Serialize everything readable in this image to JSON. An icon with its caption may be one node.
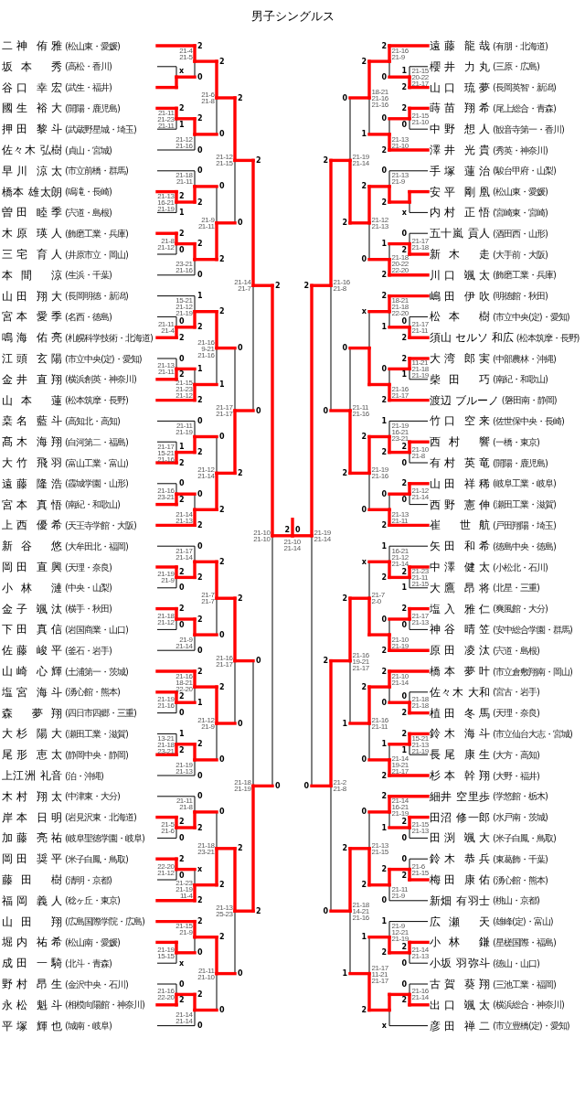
{
  "diagram": {
    "title": "男子シングルス",
    "nodes": [
      {
        "text": [
          "二神 侑雅",
          "(松山東・愛媛)"
        ]
      },
      {
        "text": [
          "坂本 秀",
          "(高松・香川)"
        ]
      },
      {
        "text": [
          "谷口 幸宏",
          "(武生・福井)"
        ]
      },
      {
        "text": [
          "國生 裕大",
          "(開陽・鹿児島)"
        ]
      },
      {
        "text": [
          "押田 黎斗",
          "(武蔵野星城・埼玉)"
        ]
      },
      {
        "text": [
          "佐々木 弘樹",
          "(貞山・宮城)"
        ]
      },
      {
        "text": [
          "早川 涼太",
          "(市立前橋・群馬)"
        ]
      },
      {
        "text": [
          "橋本 雄太朗",
          "(鳴滝・長崎)"
        ]
      },
      {
        "text": [
          "曽田 睦季",
          "(宍道・島根)"
        ]
      },
      {
        "text": [
          "木原 瑛人",
          "(飾磨工業・兵庫)"
        ]
      },
      {
        "text": [
          "三宅 育人",
          "(井原市立・岡山)"
        ]
      },
      {
        "text": [
          "本間 涼",
          "(生浜・千葉)"
        ]
      },
      {
        "text": [
          "山田 翔大",
          "(長岡明徳・新潟)"
        ]
      },
      {
        "text": [
          "宮本 愛季",
          "(名西・徳島)"
        ]
      },
      {
        "text": [
          "鳴海 佑亮",
          "(札幌科学技術・北海道)"
        ]
      },
      {
        "text": [
          "江頭 玄陽",
          "(市立中央(定)・愛知)"
        ]
      },
      {
        "text": [
          "金井 直翔",
          "(横浜創英・神奈川)"
        ]
      },
      {
        "text": [
          "山本 蓮",
          "(松本筑摩・長野)"
        ]
      },
      {
        "text": [
          "桒名 藍斗",
          "(高知北・高知)"
        ]
      },
      {
        "text": [
          "髙木 海翔",
          "(白河第二・福島)"
        ]
      },
      {
        "text": [
          "大竹 飛羽",
          "(富山工業・富山)"
        ]
      },
      {
        "text": [
          "遠藤 隆浩",
          "(霞城学園・山形)"
        ]
      },
      {
        "text": [
          "宮本 真悟",
          "(南紀・和歌山)"
        ]
      },
      {
        "text": [
          "上西 優希",
          "(天王寺学館・大阪)"
        ]
      },
      {
        "text": [
          "新谷 悠",
          "(大牟田北・福岡)"
        ]
      },
      {
        "text": [
          "岡田 直興",
          "(天理・奈良)"
        ]
      },
      {
        "text": [
          "小林 漣",
          "(中央・山梨)"
        ]
      },
      {
        "text": [
          "金子 颯汰",
          "(横手・秋田)"
        ]
      },
      {
        "text": [
          "下田 真信",
          "(岩国商業・山口)"
        ]
      },
      {
        "text": [
          "佐藤 峻平",
          "(釜石・岩手)"
        ]
      },
      {
        "text": [
          "山崎 心輝",
          "(土浦第一・茨城)"
        ]
      },
      {
        "text": [
          "塩宮 海斗",
          "(湧心館・熊本)"
        ]
      },
      {
        "text": [
          "森 夢翔",
          "(四日市四郷・三重)"
        ]
      },
      {
        "text": [
          "大杉 陽大",
          "(瀬田工業・滋賀)"
        ]
      },
      {
        "text": [
          "尾形 恵太",
          "(静岡中央・静岡)"
        ]
      },
      {
        "text": [
          "上江洲 礼音",
          "(泊・沖縄)"
        ]
      },
      {
        "text": [
          "木村 翔太",
          "(中津東・大分)"
        ]
      },
      {
        "text": [
          "岸本 日明",
          "(岩見沢東・北海道)"
        ]
      },
      {
        "text": [
          "加藤 亮祐",
          "(岐阜聖徳学園・岐阜)"
        ]
      },
      {
        "text": [
          "岡田 奨平",
          "(米子白鳳・鳥取)"
        ]
      },
      {
        "text": [
          "藤田 樹",
          "(清明・京都)"
        ]
      },
      {
        "text": [
          "福岡 義人",
          "(稔ヶ丘・東京)"
        ]
      },
      {
        "text": [
          "山田 翔",
          "(広島国際学院・広島)"
        ]
      },
      {
        "text": [
          "堀内 祐希",
          "(松山南・愛媛)"
        ]
      },
      {
        "text": [
          "成田 一騎",
          "(北斗・青森)"
        ]
      },
      {
        "text": [
          "野村 昂生",
          "(金沢中央・石川)"
        ]
      },
      {
        "text": [
          "永松 魁斗",
          "(相模向陽館・神奈川)"
        ]
      },
      {
        "text": [
          "平塚 輝也",
          "(城南・岐阜)"
        ]
      },
      {
        "text": [
          "遠藤 龍哉",
          "(有朋・北海道)"
        ]
      },
      {
        "text": [
          "櫻井 力丸",
          "(三原・広島)"
        ]
      },
      {
        "text": [
          "山口 琉夢",
          "(長岡英智・新潟)"
        ]
      },
      {
        "text": [
          "蒔苗 翔希",
          "(尾上総合・青森)"
        ]
      },
      {
        "text": [
          "中野 想人",
          "(観音寺第一・香川)"
        ]
      },
      {
        "text": [
          "澤井 光貴",
          "(秀英・神奈川)"
        ]
      },
      {
        "text": [
          "手塚 蓮治",
          "(駿台甲府・山梨)"
        ]
      },
      {
        "text": [
          "安平 剛凰",
          "(松山東・愛媛)"
        ]
      },
      {
        "text": [
          "内村 正悟",
          "(宮崎東・宮崎)"
        ]
      },
      {
        "text": [
          "五十嵐 貢人",
          "(酒田西・山形)"
        ]
      },
      {
        "text": [
          "新木 走",
          "(大手前・大阪)"
        ]
      },
      {
        "text": [
          "川口 颯太",
          "(飾磨工業・兵庫)"
        ]
      },
      {
        "text": [
          "嶋田 伊吹",
          "(明徳館・秋田)"
        ]
      },
      {
        "text": [
          "松本 樹",
          "(市立中央(定)・愛知)"
        ]
      },
      {
        "text": [
          "須山 セルソ 和広",
          "(松本筑摩・長野)"
        ]
      },
      {
        "text": [
          "大湾 郎実",
          "(中部農林・沖縄)"
        ]
      },
      {
        "text": [
          "柴田 巧",
          "(南紀・和歌山)"
        ]
      },
      {
        "text": [
          "渡辺 ブルーノ",
          "(磐田南・静岡)"
        ]
      },
      {
        "text": [
          "竹口 空来",
          "(佐世保中央・長崎)"
        ]
      },
      {
        "text": [
          "西村 響",
          "(一橋・東京)"
        ]
      },
      {
        "text": [
          "有村 英竜",
          "(開陽・鹿児島)"
        ]
      },
      {
        "text": [
          "山田 祥稀",
          "(岐阜工業・岐阜)"
        ]
      },
      {
        "text": [
          "西野 憲伸",
          "(瀬田工業・滋賀)"
        ]
      },
      {
        "text": [
          "崔 世航",
          "(戸田翔陽・埼玉)"
        ]
      },
      {
        "text": [
          "矢田 和希",
          "(徳島中央・徳島)"
        ]
      },
      {
        "text": [
          "中澤 健太",
          "(小松北・石川)"
        ]
      },
      {
        "text": [
          "大鷹 昂将",
          "(北星・三重)"
        ]
      },
      {
        "text": [
          "塩入 雅仁",
          "(爽風館・大分)"
        ]
      },
      {
        "text": [
          "神谷 晴笠",
          "(安中総合学園・群馬)"
        ]
      },
      {
        "text": [
          "原田 凌汰",
          "(宍道・島根)"
        ]
      },
      {
        "text": [
          "橋本 夢叶",
          "(市立倉敷翔南・岡山)"
        ]
      },
      {
        "text": [
          "佐々木 大和",
          "(宮古・岩手)"
        ]
      },
      {
        "text": [
          "植田 冬馬",
          "(天理・奈良)"
        ]
      },
      {
        "text": [
          "鈴木 海斗",
          "(市立仙台大志・宮城)"
        ]
      },
      {
        "text": [
          "長尾 康生",
          "(大方・高知)"
        ]
      },
      {
        "text": [
          "杉本 幹翔",
          "(大野・福井)"
        ]
      },
      {
        "text": [
          "細井 空里歩",
          "(学悠館・栃木)"
        ]
      },
      {
        "text": [
          "田沼 修一郎",
          "(水戸南・茨城)"
        ]
      },
      {
        "text": [
          "田渕 颯大",
          "(米子白鳳・鳥取)"
        ]
      },
      {
        "text": [
          "鈴木 恭兵",
          "(東葛飾・千葉)"
        ]
      },
      {
        "text": [
          "梅田 康佑",
          "(湧心館・熊本)"
        ]
      },
      {
        "text": [
          "新畑 有羽士",
          "(桃山・京都)"
        ]
      },
      {
        "text": [
          "広瀬 天",
          "(雄峰(定)・富山)"
        ]
      },
      {
        "text": [
          "小林 鎌",
          "(星槎国際・福島)"
        ]
      },
      {
        "text": [
          "小坂 羽弥斗",
          "(徳山・山口)"
        ]
      },
      {
        "text": [
          "古賀 葵翔",
          "(三池工業・福岡)"
        ]
      },
      {
        "text": [
          "出口 颯太",
          "(横浜総合・神奈川)"
        ]
      },
      {
        "text": [
          "彦田 禅二",
          "(市立豊橋(定)・愛知)"
        ]
      }
    ],
    "labels": [
      "x",
      "2",
      "0",
      "21-4 21-5",
      "2",
      "1",
      "21-11 21-23 21-11",
      "2",
      "0",
      "21-12 21-16",
      "2",
      "0",
      "21-6 21-8",
      "2",
      "1",
      "21-13 16-21 21-19",
      "0",
      "2",
      "21-18 21-11",
      "2",
      "0",
      "21-8 21-12",
      "2",
      "0",
      "23-21 21-16",
      "0",
      "2",
      "21-9 21-11",
      "2",
      "0",
      "21-12 21-15",
      "0",
      "2",
      "21-11 21-4",
      "1",
      "2",
      "15-21 21-12 21-19",
      "0",
      "2",
      "21-13 21-11",
      "1",
      "2",
      "21-15 21-23 21-12",
      "2",
      "1",
      "21-16 9-21 21-16",
      "1",
      "2",
      "21-17 15-21 21-16",
      "0",
      "2",
      "21-11 21-19",
      "0",
      "2",
      "21-16 23-21",
      "0",
      "2",
      "21-14 21-13",
      "0",
      "2",
      "21-12 21-14",
      "0",
      "2",
      "21-17 21-17",
      "2",
      "0",
      "21-14 21-7",
      "2",
      "0",
      "21-19 21-9",
      "0",
      "2",
      "21-17 21-14",
      "2",
      "0",
      "21-18 21-12",
      "2",
      "0",
      "21-9 21-14",
      "2",
      "0",
      "21-7 21-7",
      "2",
      "0",
      "21-19 21-16",
      "2",
      "1",
      "21-16 18-21 22-20",
      "1",
      "2",
      "13-21 21-18 23-21",
      "2",
      "0",
      "21-19 21-13",
      "2",
      "0",
      "21-12 21-9",
      "2",
      "0",
      "21-16 21-17",
      "2",
      "0",
      "21-5 21-6",
      "0",
      "2",
      "21-11 21-8",
      "2",
      "0",
      "22-20 21-12",
      "x",
      "2",
      "21-23 21-19 11-4",
      "0",
      "2",
      "21-18 23-21",
      "x",
      "21-19 15-15",
      "2",
      "0",
      "21-15 21-9",
      "0",
      "2",
      "21-16 22-20",
      "2",
      "0",
      "21-14 21-14",
      "2",
      "0",
      "21-11 21-10",
      "2",
      "0",
      "21-13 25-23",
      "0",
      "2",
      "21-18 21-19",
      "2",
      "0",
      "21-10 21-10",
      "1",
      "2",
      "21-15 20-22 21-17",
      "2",
      "0",
      "21-16 21-9",
      "2",
      "0",
      "21-15 21-10",
      "0",
      "2",
      "21-13 21-10",
      "2",
      "1",
      "18-21 21-16 21-16",
      "x",
      "0",
      "2",
      "21-13 21-9",
      "0",
      "2",
      "21-17 21-18",
      "1",
      "2",
      "21-18 20-22 22-20",
      "2",
      "0",
      "21-12 21-13",
      "0",
      "2",
      "21-19 21-14",
      "0",
      "2",
      "21-17 21-11",
      "2",
      "1",
      "18-21 21-18 22-20",
      "2",
      "1",
      "11-21 21-18 21-19",
      "0",
      "2",
      "21-16 21-17",
      "x",
      "2",
      "0",
      "21-10 21-8",
      "1",
      "2",
      "21-19 16-21 23-21",
      "2",
      "0",
      "21-12 21-14",
      "0",
      "2",
      "21-13 21-11",
      "2",
      "0",
      "21-19 21-16",
      "0",
      "2",
      "21-11 21-16",
      "2",
      "0",
      "21-16 21-8",
      "2",
      "1",
      "21-23 21-11 21-15",
      "1",
      "2",
      "16-21 21-12 21-14",
      "2",
      "0",
      "21-17 21-13",
      "0",
      "2",
      "21-10 21-19",
      "x",
      "21-7 2-0",
      "0",
      "2",
      "21-18 21-18",
      "2",
      "0",
      "21-10 21-14",
      "2",
      "1",
      "15-21 21-13 21-19",
      "1",
      "2",
      "21-14 19-21 21-17",
      "2",
      "0",
      "21-16 21-11",
      "2",
      "1",
      "21-16 19-21 21-17",
      "2",
      "0",
      "21-15 21-13",
      "2",
      "1",
      "21-14 16-21 21-19",
      "0",
      "2",
      "21-6 21-15",
      "2",
      "0",
      "21-11 21-9",
      "0",
      "2",
      "21-13 21-15",
      "2",
      "0",
      "21-14 21-13",
      "1",
      "2",
      "21-9 12-21 21-19",
      "0",
      "2",
      "21-16 21-14",
      "x",
      "1",
      "2",
      "21-17 11-21 21-17",
      "2",
      "1",
      "21-18 14-21 21-16",
      "2",
      "0",
      "21-2 21-8",
      "2",
      "0",
      "21-19 21-14",
      "2",
      "0",
      "21-10 21-14"
    ]
  }
}
